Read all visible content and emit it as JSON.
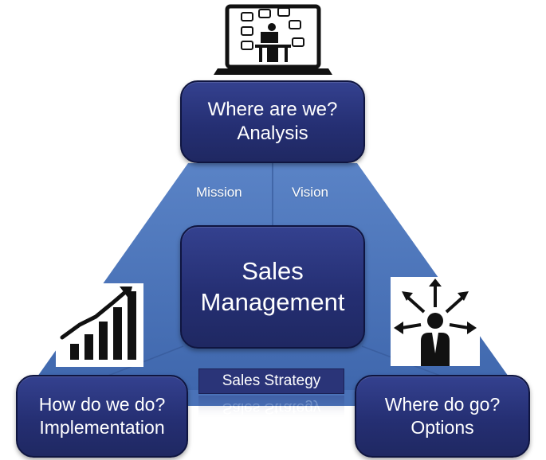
{
  "diagram": {
    "top": {
      "line1": "Where are we?",
      "line2": "Analysis"
    },
    "center": {
      "line1": "Sales",
      "line2": "Management"
    },
    "left": {
      "line1": "How do we do?",
      "line2": "Implementation"
    },
    "right": {
      "line1": "Where do go?",
      "line2": "Options"
    },
    "labels": {
      "mission": "Mission",
      "vision": "Vision"
    },
    "strategy": "Sales Strategy"
  },
  "colors": {
    "triangle": "#4a72b8",
    "box": "#252f73",
    "box_border": "#0f1540"
  },
  "icons": {
    "top": "laptop-workstation-icon",
    "left": "growth-bar-chart-icon",
    "right": "person-options-arrows-icon"
  }
}
